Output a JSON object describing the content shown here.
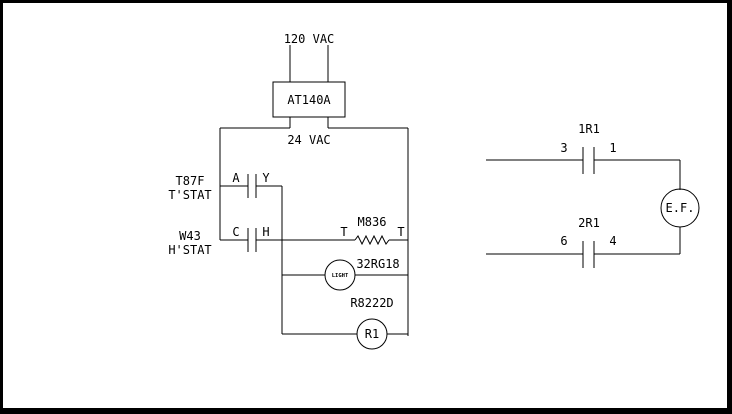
{
  "diagram": {
    "supply_label": "120 VAC",
    "transformer_label": "AT140A",
    "secondary_label": "24 VAC",
    "thermostat": {
      "model": "T87F",
      "name": "T'STAT",
      "contact_a": "A",
      "contact_y": "Y"
    },
    "humidistat": {
      "model": "W43",
      "name": "H'STAT",
      "contact_c": "C",
      "contact_h": "H"
    },
    "heater": {
      "model": "M836",
      "terminal_left": "T",
      "terminal_right": "T"
    },
    "light": {
      "model": "32RG18",
      "symbol_text": "LIGHT"
    },
    "relay": {
      "model": "R8222D",
      "symbol_text": "R1"
    },
    "contact_1r1": {
      "label": "1R1",
      "terminal_left": "3",
      "terminal_right": "1"
    },
    "contact_2r1": {
      "label": "2R1",
      "terminal_left": "6",
      "terminal_right": "4"
    },
    "fan": {
      "symbol_text": "E.F."
    }
  },
  "colors": {
    "background": "#ffffff",
    "frame": "#000000",
    "line": "#000000"
  }
}
